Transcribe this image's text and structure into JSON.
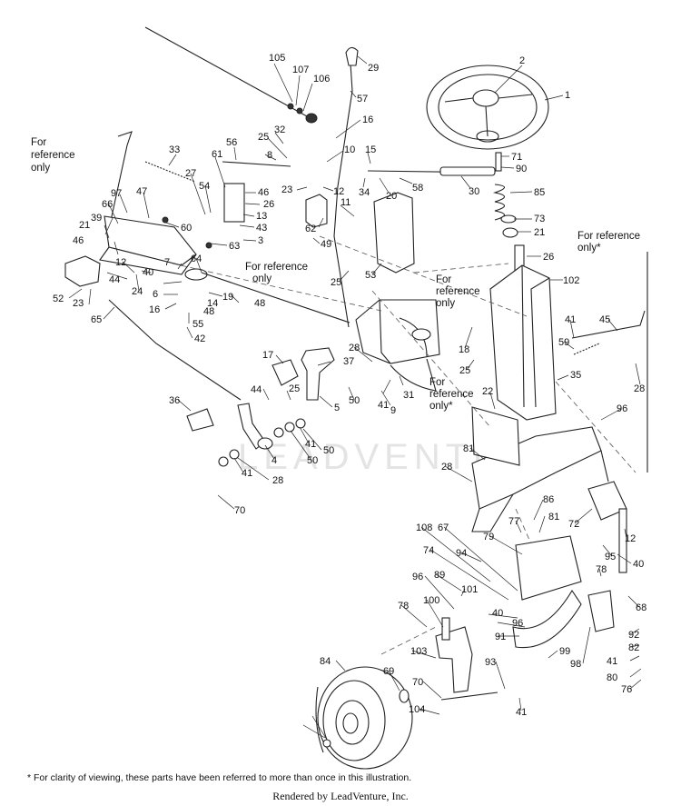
{
  "watermark": "LEADVENTURE",
  "footnote": "* For clarity of viewing, these parts have been referred to more than once in this illustration.",
  "credit": "Rendered by LeadVenture, Inc.",
  "reference_notes": [
    {
      "id": "ref-left",
      "lines": [
        "For",
        "reference",
        "only"
      ]
    },
    {
      "id": "ref-mid",
      "lines": [
        "For reference",
        "only"
      ]
    },
    {
      "id": "ref-center",
      "lines": [
        "For",
        "reference",
        "only"
      ]
    },
    {
      "id": "ref-lower",
      "lines": [
        "For",
        "reference",
        "only*"
      ]
    },
    {
      "id": "ref-right",
      "lines": [
        "For reference",
        "only*"
      ]
    }
  ],
  "callouts": [
    "105",
    "107",
    "106",
    "29",
    "2",
    "1",
    "57",
    "16",
    "32",
    "25",
    "10",
    "15",
    "71",
    "90",
    "33",
    "56",
    "8",
    "34",
    "20",
    "58",
    "30",
    "85",
    "61",
    "23",
    "46",
    "12",
    "26",
    "27",
    "54",
    "13",
    "11",
    "73",
    "62",
    "21",
    "97",
    "47",
    "60",
    "43",
    "3",
    "66",
    "39",
    "21",
    "63",
    "49",
    "26",
    "46",
    "64",
    "25",
    "53",
    "102",
    "12",
    "40",
    "44",
    "24",
    "7",
    "6",
    "19",
    "14",
    "48",
    "52",
    "23",
    "16",
    "48",
    "65",
    "55",
    "42",
    "18",
    "41",
    "45",
    "59",
    "35",
    "28",
    "17",
    "37",
    "25",
    "28",
    "25",
    "31",
    "44",
    "41",
    "9",
    "22",
    "36",
    "50",
    "5",
    "96",
    "41",
    "50",
    "81",
    "4",
    "50",
    "41",
    "28",
    "28",
    "70",
    "86",
    "77",
    "81",
    "72",
    "108",
    "67",
    "79",
    "12",
    "94",
    "74",
    "95",
    "40",
    "96",
    "89",
    "78",
    "100",
    "68",
    "78",
    "40",
    "96",
    "101",
    "91",
    "92",
    "82",
    "99",
    "103",
    "41",
    "84",
    "69",
    "93",
    "98",
    "80",
    "70",
    "76",
    "104",
    "41"
  ]
}
